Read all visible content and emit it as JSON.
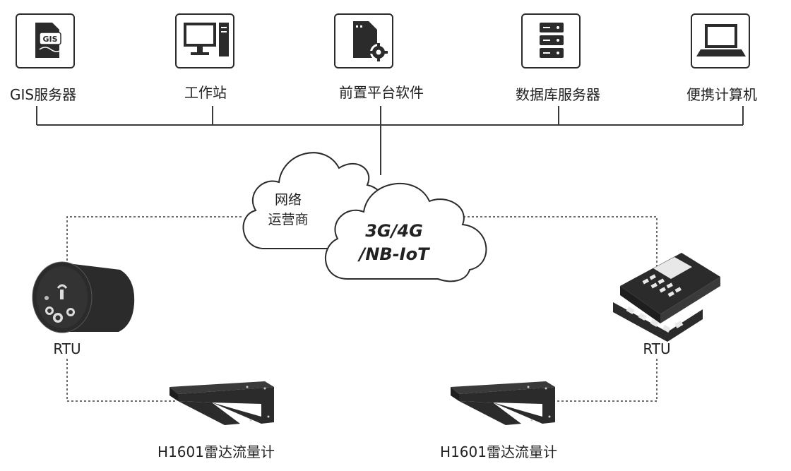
{
  "servers": [
    {
      "label": "GIS服务器",
      "icon": "gis-server-icon",
      "badge": "GIS"
    },
    {
      "label": "工作站",
      "icon": "workstation-icon"
    },
    {
      "label": "前置平台软件",
      "icon": "frontend-software-icon"
    },
    {
      "label": "数据库服务器",
      "icon": "database-server-icon"
    },
    {
      "label": "便携计算机",
      "icon": "laptop-icon"
    }
  ],
  "clouds": {
    "operator_line1": "网络",
    "operator_line2": "运营商",
    "network_line1": "3G/4G",
    "network_line2": "/NB-IoT"
  },
  "devices": {
    "rtu_left_label": "RTU",
    "rtu_right_label": "RTU",
    "sensor_left_label": "H1601雷达流量计",
    "sensor_right_label": "H1601雷达流量计"
  },
  "colors": {
    "line": "#3a3a3a",
    "icon": "#2b2b2b",
    "text": "#222222"
  }
}
